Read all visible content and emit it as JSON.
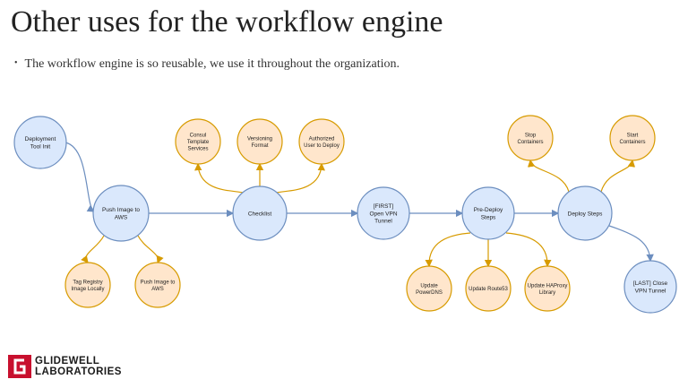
{
  "slide": {
    "title": "Other uses for the workflow engine",
    "bullet": "The workflow engine is so reusable, we use it throughout the organization."
  },
  "colors": {
    "blue_fill": "#dae8fc",
    "blue_stroke": "#6c8ebf",
    "orange_fill": "#ffe6cc",
    "orange_stroke": "#d79b00",
    "logo_red": "#c8102e"
  },
  "nodes": [
    {
      "id": "deploy_init",
      "type": "blue",
      "lines": [
        "Deployment",
        "Tool Init"
      ]
    },
    {
      "id": "push_aws",
      "type": "blue",
      "lines": [
        "Push Image to",
        "AWS"
      ]
    },
    {
      "id": "tag_registry",
      "type": "orange",
      "lines": [
        "Tag Registry",
        "Image Locally"
      ]
    },
    {
      "id": "push_aws_2",
      "type": "orange",
      "lines": [
        "Push Image to",
        "AWS"
      ]
    },
    {
      "id": "checklist",
      "type": "blue",
      "lines": [
        "Checklist"
      ]
    },
    {
      "id": "consul",
      "type": "orange",
      "lines": [
        "Consul",
        "Template",
        "Services"
      ]
    },
    {
      "id": "versioning",
      "type": "orange",
      "lines": [
        "Versioning",
        "Format"
      ]
    },
    {
      "id": "authorized",
      "type": "orange",
      "lines": [
        "Authorized",
        "User to Deploy"
      ]
    },
    {
      "id": "first_vpn",
      "type": "blue",
      "lines": [
        "[FIRST]",
        "Open VPN",
        "Tunnel"
      ]
    },
    {
      "id": "pre_deploy",
      "type": "blue",
      "lines": [
        "Pre-Deploy",
        "Steps"
      ]
    },
    {
      "id": "update_powerdns",
      "type": "orange",
      "lines": [
        "Update",
        "PowerDNS"
      ]
    },
    {
      "id": "update_route53",
      "type": "orange",
      "lines": [
        "Update Route53"
      ]
    },
    {
      "id": "update_haproxy",
      "type": "orange",
      "lines": [
        "Update HAProxy",
        "Library"
      ]
    },
    {
      "id": "deploy_steps",
      "type": "blue",
      "lines": [
        "Deploy Steps"
      ]
    },
    {
      "id": "stop_containers",
      "type": "orange",
      "lines": [
        "Stop",
        "Containers"
      ]
    },
    {
      "id": "start_containers",
      "type": "orange",
      "lines": [
        "Start",
        "Containers"
      ]
    },
    {
      "id": "last_vpn",
      "type": "blue",
      "lines": [
        "[LAST] Close",
        "VPN Tunnel"
      ]
    }
  ],
  "edges": [
    {
      "from": "deploy_init",
      "to": "push_aws"
    },
    {
      "from": "push_aws",
      "to": "tag_registry"
    },
    {
      "from": "push_aws",
      "to": "push_aws_2"
    },
    {
      "from": "push_aws",
      "to": "checklist"
    },
    {
      "from": "checklist",
      "to": "consul"
    },
    {
      "from": "checklist",
      "to": "versioning"
    },
    {
      "from": "checklist",
      "to": "authorized"
    },
    {
      "from": "checklist",
      "to": "first_vpn"
    },
    {
      "from": "first_vpn",
      "to": "pre_deploy"
    },
    {
      "from": "pre_deploy",
      "to": "update_powerdns"
    },
    {
      "from": "pre_deploy",
      "to": "update_route53"
    },
    {
      "from": "pre_deploy",
      "to": "update_haproxy"
    },
    {
      "from": "pre_deploy",
      "to": "deploy_steps"
    },
    {
      "from": "deploy_steps",
      "to": "stop_containers"
    },
    {
      "from": "deploy_steps",
      "to": "start_containers"
    },
    {
      "from": "deploy_steps",
      "to": "last_vpn"
    }
  ],
  "logo": {
    "line1": "GLIDEWELL",
    "line2": "LABORATORIES"
  }
}
